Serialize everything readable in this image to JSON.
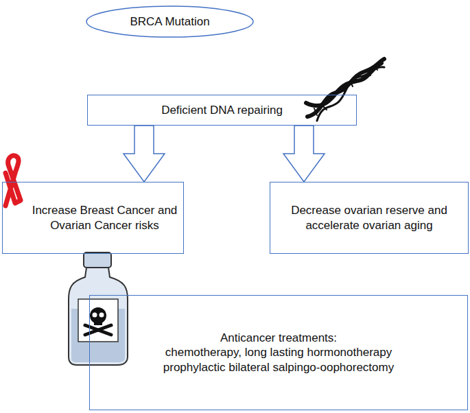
{
  "diagram": {
    "nodes": [
      {
        "text": [
          "BRCA Mutation"
        ]
      },
      {
        "text": [
          "Deficient DNA repairing"
        ]
      },
      {
        "text": [
          "Increase Breast Cancer and Ovarian Cancer risks"
        ]
      },
      {
        "text": [
          "Decrease ovarian reserve and accelerate ovarian aging"
        ]
      },
      {
        "text": [
          "Anticancer treatments:",
          "chemotherapy, long lasting hormonotherapy prophylactic bilateral salpingo-oophorectomy"
        ]
      }
    ],
    "edges": [
      {
        "from": 1,
        "to": 2,
        "arrow": "to"
      },
      {
        "from": 1,
        "to": 3,
        "arrow": "to"
      }
    ]
  }
}
